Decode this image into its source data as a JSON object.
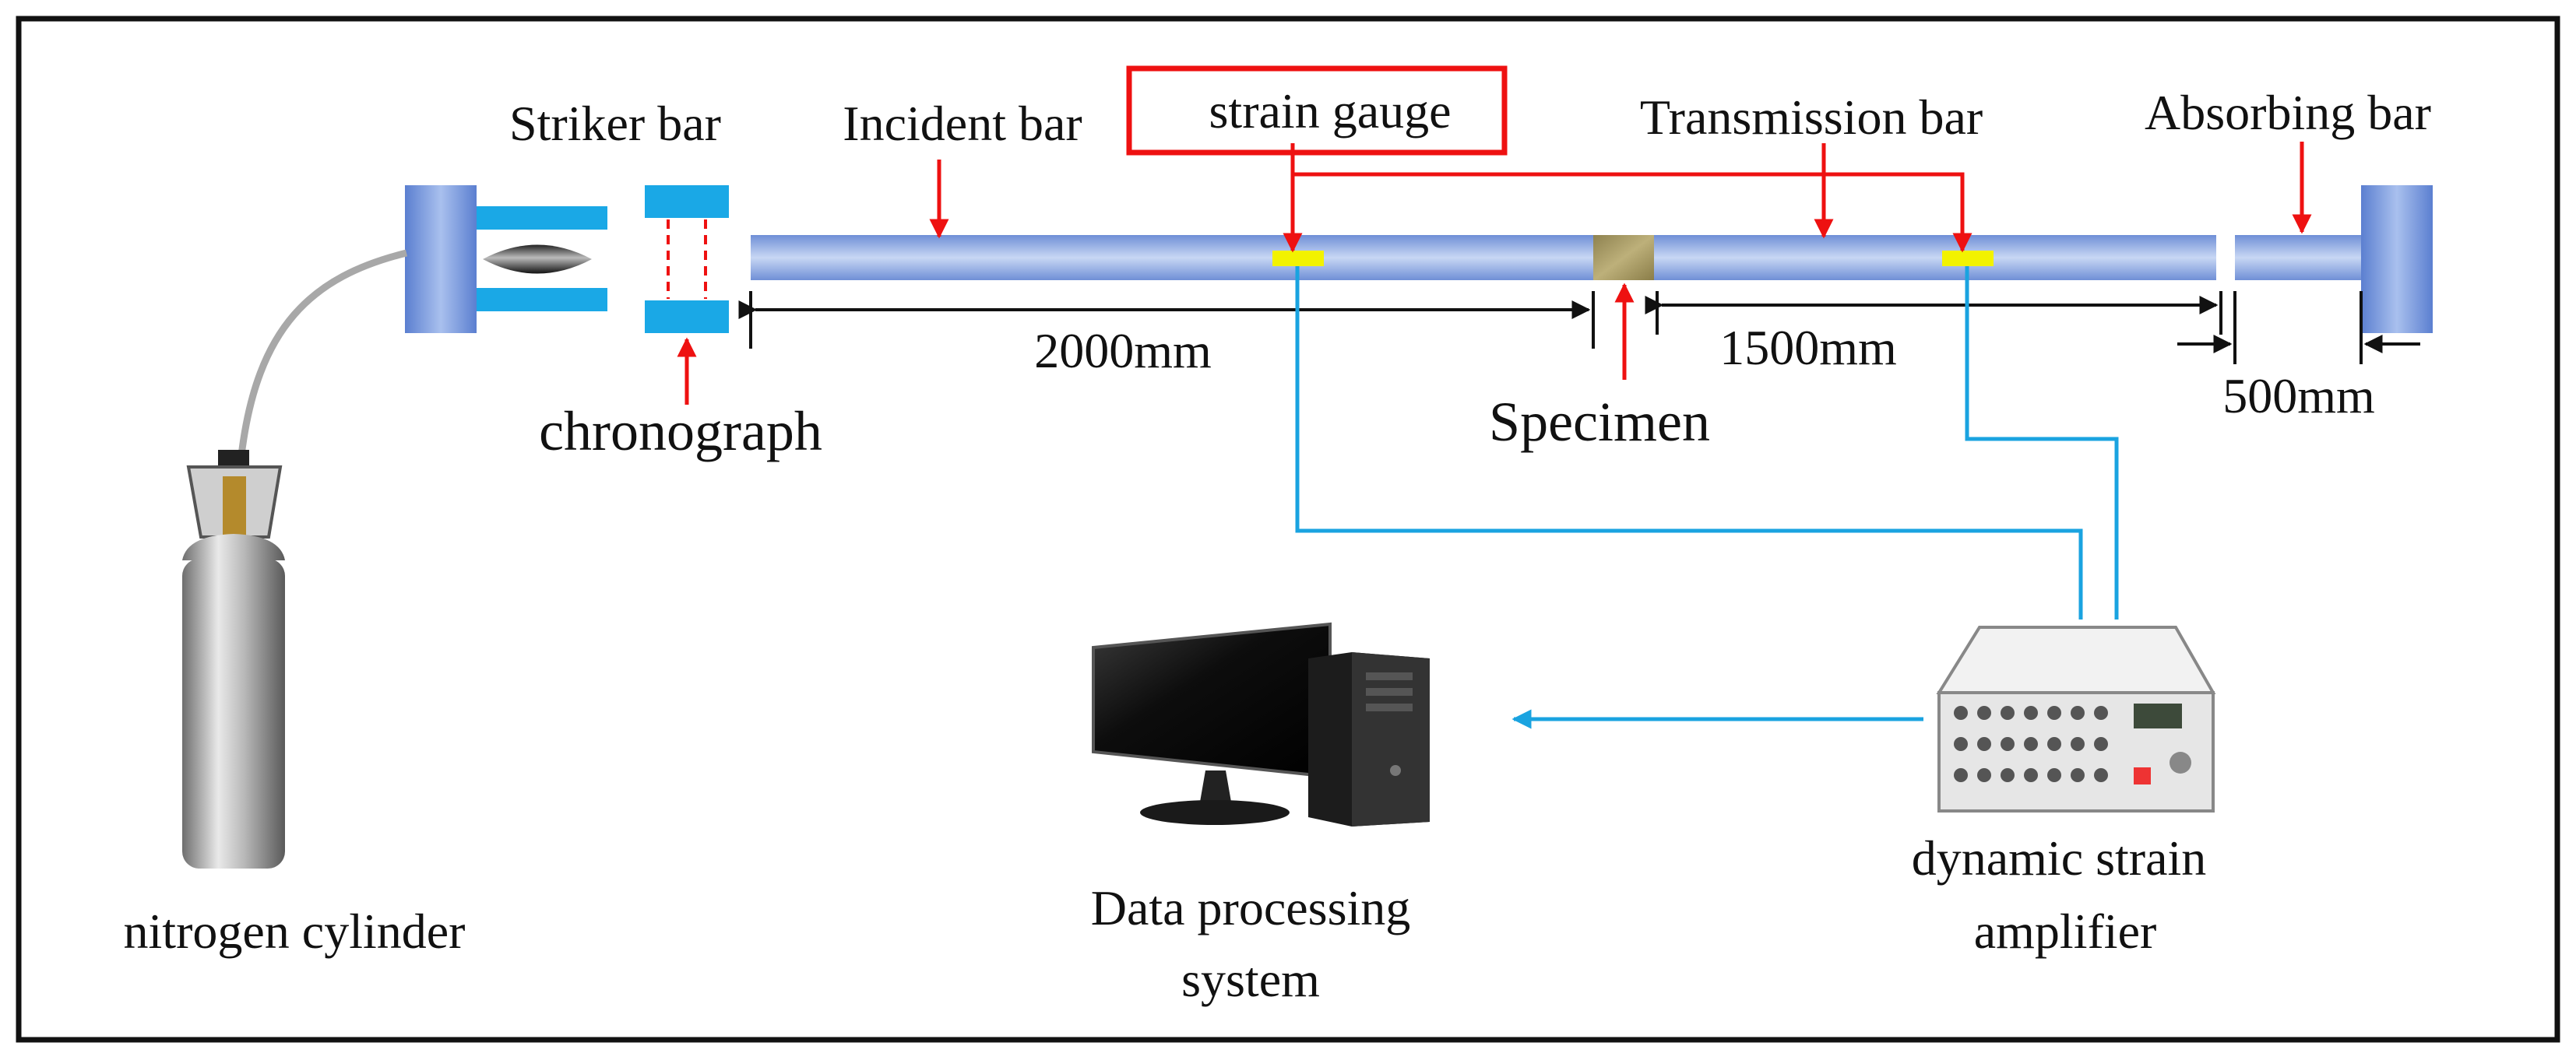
{
  "labels": {
    "striker_bar": "Striker bar",
    "incident_bar": "Incident bar",
    "strain_gauge": "strain gauge",
    "transmission_bar": "Transmission bar",
    "absorbing_bar": "Absorbing bar",
    "chronograph": "chronograph",
    "specimen": "Specimen",
    "nitrogen_cylinder": "nitrogen cylinder",
    "data_processing_line1": "Data processing",
    "data_processing_line2": "system",
    "amplifier_line1": "dynamic strain",
    "amplifier_line2": "amplifier"
  },
  "dimensions": {
    "incident_length": "2000mm",
    "transmission_length": "1500mm",
    "absorbing_length": "500mm"
  },
  "colors": {
    "bar": "#7f9fdc",
    "bar_highlight": "#c9d8f4",
    "signal_line": "#1aa3e0",
    "annotation_arrow": "#ee1111",
    "gauge": "#f2f200",
    "specimen": "#a89a5c",
    "chronograph": "#1aa8e6",
    "frame": "#111111"
  },
  "icons": {
    "gas_cylinder": "nitrogen-cylinder-icon",
    "computer": "desktop-computer-icon",
    "amplifier": "strain-amplifier-device-icon",
    "projectile": "striker-projectile-icon"
  }
}
